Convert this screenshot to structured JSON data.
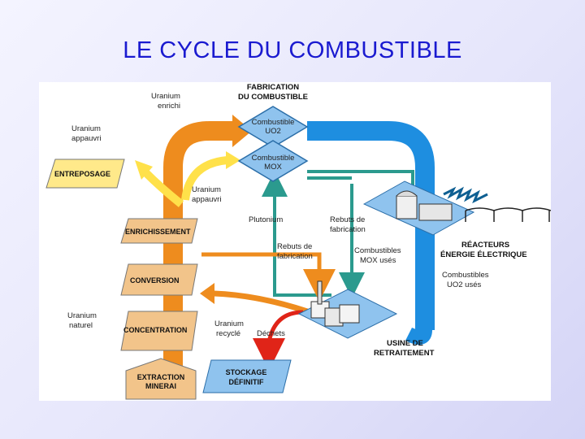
{
  "title": "LE CYCLE DU COMBUSTIBLE",
  "colors": {
    "orange": "#ee8c1e",
    "blue": "#1e8ee0",
    "yellow": "#ffe14a",
    "teal": "#2b9a8e",
    "red": "#e02418",
    "box_yellow": "#ffe98a",
    "box_blue": "#8fc3ee",
    "box_orange": "#f2c48a"
  },
  "diagram": {
    "fabrication": [
      "FABRICATION",
      "DU COMBUSTIBLE"
    ],
    "uo2": [
      "Combustible",
      "UO2"
    ],
    "mox": [
      "Combustible",
      "MOX"
    ],
    "uranium_enrichi": [
      "Uranium",
      "enrichi"
    ],
    "uranium_appauvri_left": [
      "Uranium",
      "appauvri"
    ],
    "uranium_appauvri_center": [
      "Uranium",
      "appauvri"
    ],
    "entreposage": "ENTREPOSAGE",
    "enrichissement": "ENRICHISSEMENT",
    "conversion": "CONVERSION",
    "concentration": "CONCENTRATION",
    "extraction": [
      "EXTRACTION",
      "MINERAI"
    ],
    "uranium_naturel": [
      "Uranium",
      "naturel"
    ],
    "plutonium": "Plutonium",
    "rebuts_fab_top": [
      "Rebuts de",
      "fabrication"
    ],
    "rebuts_fab_mid": [
      "Rebuts de",
      "fabrication"
    ],
    "combustibles_mox_uses": [
      "Combustibles",
      "MOX usés"
    ],
    "reacteurs": [
      "RÉACTEURS",
      "ÉNERGIE ÉLECTRIQUE"
    ],
    "combustibles_uo2_uses": [
      "Combustibles",
      "UO2 usés"
    ],
    "uranium_recycle": [
      "Uranium",
      "recyclé"
    ],
    "dechets": "Déchets",
    "usine": [
      "USINE DE",
      "RETRAITEMENT"
    ],
    "stockage": [
      "STOCKAGE",
      "DÉFINITIF"
    ]
  }
}
